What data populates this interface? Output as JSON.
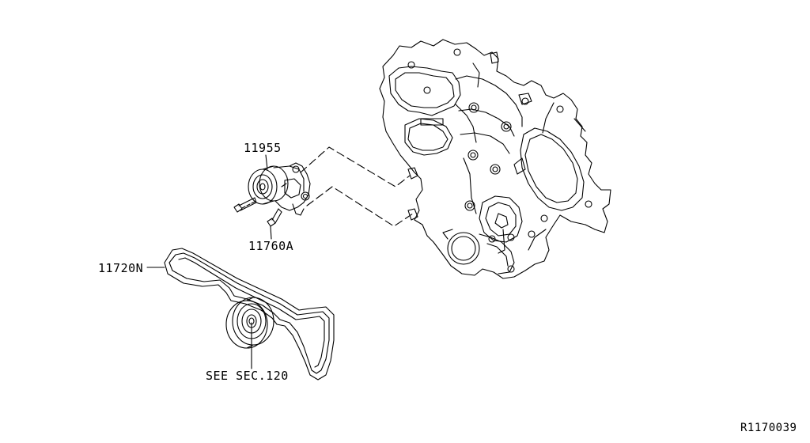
{
  "parts": [
    {
      "id": "11955",
      "label": "11955"
    },
    {
      "id": "11760A",
      "label": "11760A"
    },
    {
      "id": "11720N",
      "label": "11720N"
    }
  ],
  "reference": {
    "label": "SEE SEC.120"
  },
  "figure_code": "R1170039",
  "colors": {
    "line": "#000000",
    "background": "#ffffff"
  }
}
